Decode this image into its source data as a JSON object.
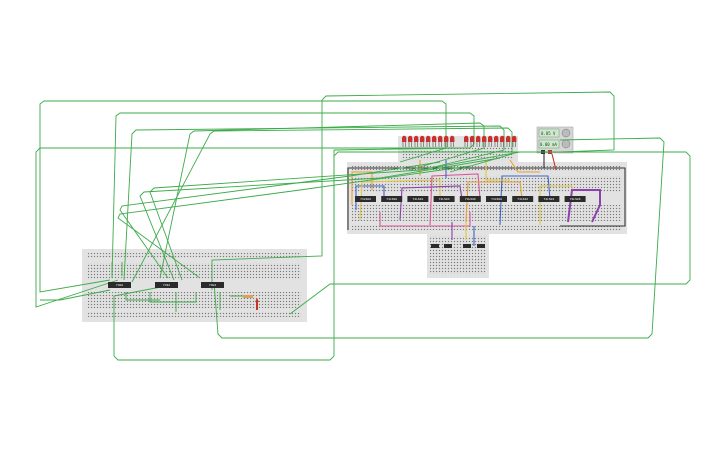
{
  "canvas": {
    "background": "#ffffff"
  },
  "colors": {
    "wire_primary": "#3dab4a",
    "breadboard": "#e2e2e2",
    "breadboard_hole": "#7a7a7a",
    "chip": "#2b2b2b",
    "led_red": "#c8322d",
    "lcd_green": "#cfe9cf",
    "wire_orange": "#e8a030",
    "wire_purple": "#8e3fb0",
    "wire_blue": "#3b68c9",
    "wire_yellow": "#e0c640",
    "wire_pink": "#d9569a",
    "wire_black": "#333333"
  },
  "meter": {
    "voltage_reading": "0.85 V",
    "current_reading": "0.00 mA"
  },
  "left_board": {
    "chips": [
      {
        "label": "7408"
      },
      {
        "label": "7432"
      },
      {
        "label": "7404"
      }
    ]
  },
  "right_board": {
    "chips": [
      {
        "label": "74LS86"
      },
      {
        "label": "74LS08"
      },
      {
        "label": "74LS32"
      },
      {
        "label": "74LS04"
      },
      {
        "label": "74LS86"
      },
      {
        "label": "74LS08"
      },
      {
        "label": "74LS32"
      },
      {
        "label": "74LS04"
      },
      {
        "label": "74LS86"
      }
    ]
  },
  "leds": {
    "count": 18
  }
}
